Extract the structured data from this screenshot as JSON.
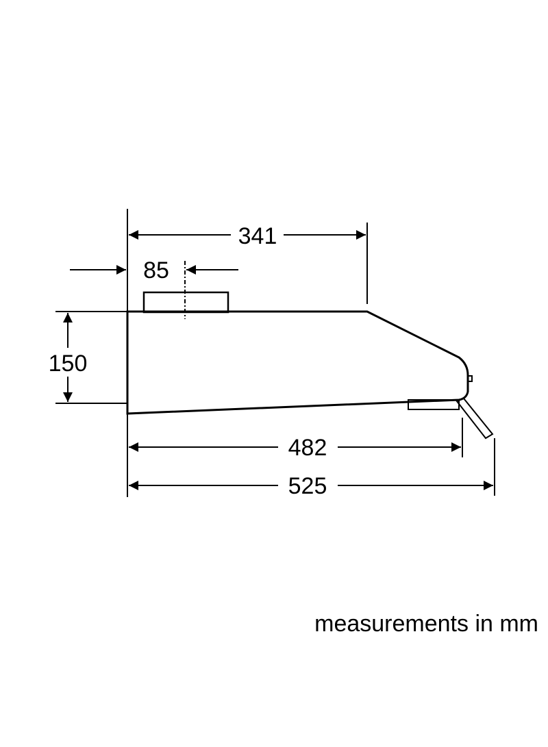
{
  "dimensions": {
    "width_341": "341",
    "outlet_85": "85",
    "height_150": "150",
    "depth_482": "482",
    "depth_525": "525"
  },
  "note": "measurements in mm",
  "colors": {
    "line": "#000000",
    "background": "#ffffff"
  }
}
